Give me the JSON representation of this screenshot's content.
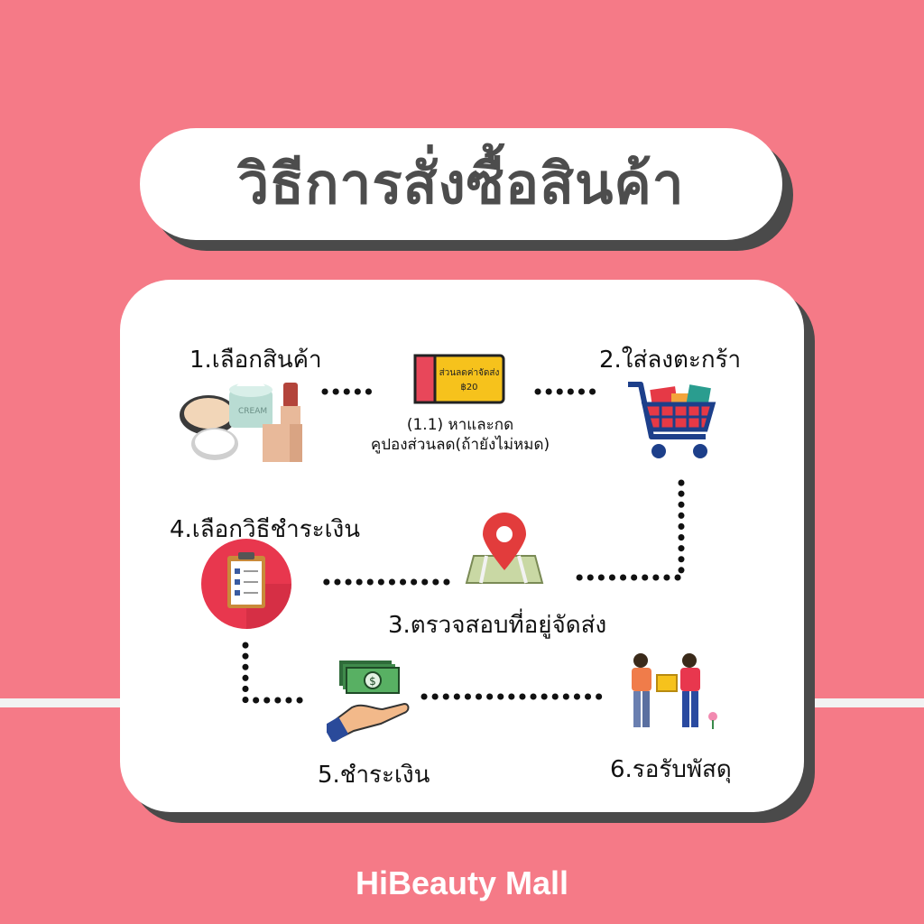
{
  "colors": {
    "background": "#f57a87",
    "accent_red": "#e63946",
    "text": "#111111",
    "title_text": "#4d4d4d"
  },
  "title": "วิธีการสั่งซื้อสินค้า",
  "steps": {
    "step1": {
      "label": "1.เลือกสินค้า",
      "icon": "cosmetics-icon",
      "cream_text": "CREAM"
    },
    "step1_1": {
      "line1": "(1.1) หาและกด",
      "line2": "คูปองส่วนลด(ถ้ายังไม่หมด)",
      "icon": "coupon-icon",
      "coupon_text": "ส่วนลดค่าจัดส่ง",
      "coupon_value": "฿20"
    },
    "step2": {
      "label": "2.ใส่ลงตะกร้า",
      "icon": "shopping-cart-icon"
    },
    "step3": {
      "label": "3.ตรวจสอบที่อยู่จัดส่ง",
      "icon": "map-pin-icon"
    },
    "step4": {
      "label": "4.เลือกวิธีชำระเงิน",
      "icon": "checklist-icon"
    },
    "step5": {
      "label": "5.ชำระเงิน",
      "icon": "money-hand-icon",
      "money_symbol": "$"
    },
    "step6": {
      "label": "6.รอรับพัสดุ",
      "icon": "delivery-icon"
    }
  },
  "footer": "HiBeauty Mall"
}
